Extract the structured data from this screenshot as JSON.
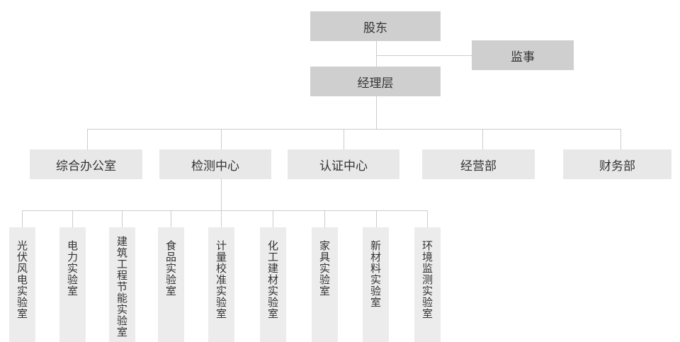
{
  "top": {
    "shareholders": "股东",
    "supervisor": "监事",
    "management": "经理层"
  },
  "departments": [
    "综合办公室",
    "检测中心",
    "认证中心",
    "经营部",
    "财务部"
  ],
  "labs": [
    "光伏风电实验室",
    "电力实验室",
    "建筑工程节能实验室",
    "食品实验室",
    "计量校准实验室",
    "化工建材实验室",
    "家具实验室",
    "新材料实验室",
    "环境监测实验室"
  ]
}
